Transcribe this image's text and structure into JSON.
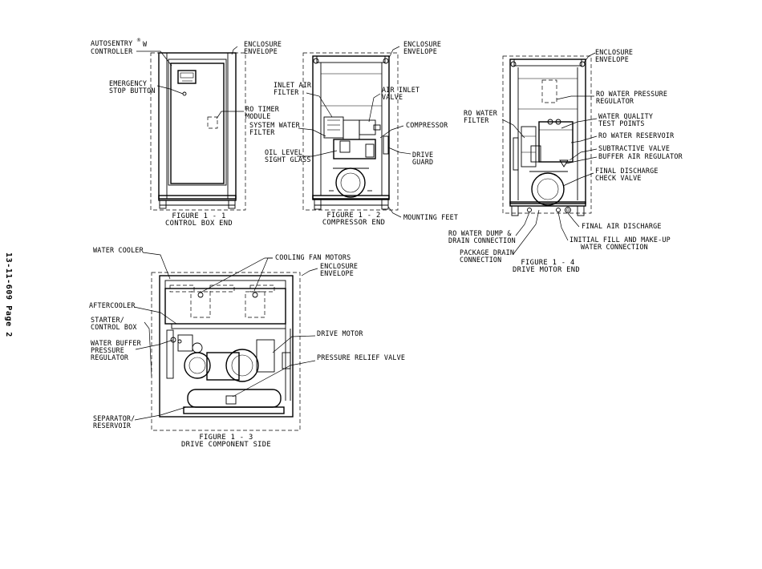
{
  "page_side_label": "13-11-609   Page 2",
  "figures": {
    "fig1": {
      "caption1": "FIGURE 1 - 1",
      "caption2": "CONTROL BOX END"
    },
    "fig2": {
      "caption1": "FIGURE 1 - 2",
      "caption2": "COMPRESSOR END"
    },
    "fig3": {
      "caption1": "FIGURE 1 - 3",
      "caption2": "DRIVE COMPONENT SIDE"
    },
    "fig4": {
      "caption1": "FIGURE 1 - 4",
      "caption2": "DRIVE MOTOR END"
    }
  },
  "labels": {
    "autosentry_1": "AUTOSENTRY",
    "autosentry_reg": "®",
    "autosentry_w": "W",
    "autosentry_2": "CONTROLLER",
    "enclosure_a1": "ENCLOSURE",
    "enclosure_a2": "ENVELOPE",
    "estop_1": "EMERGENCY",
    "estop_2": "STOP BUTTON",
    "rotimer_1": "RO TIMER",
    "rotimer_2": "MODULE",
    "enclosure_b1": "ENCLOSURE",
    "enclosure_b2": "ENVELOPE",
    "inlet_filter_1": "INLET AIR",
    "inlet_filter_2": "FILTER",
    "air_inlet_valve_1": "AIR INLET",
    "air_inlet_valve_2": "VALVE",
    "sys_filter_1": "SYSTEM WATER",
    "sys_filter_2": "FILTER",
    "compressor": "COMPRESSOR",
    "oil_level_1": "OIL LEVEL",
    "oil_level_2": "SIGHT GLASS",
    "drive_guard_1": "DRIVE",
    "drive_guard_2": "GUARD",
    "mounting_feet": "MOUNTING FEET",
    "enclosure_c1": "ENCLOSURE",
    "enclosure_c2": "ENVELOPE",
    "ro_pressure_1": "RO WATER PRESSURE",
    "ro_pressure_2": "REGULATOR",
    "ro_filter_1": "RO WATER",
    "ro_filter_2": "FILTER",
    "wq_1": "WATER QUALITY",
    "wq_2": "TEST POINTS",
    "ro_reservoir": "RO WATER RESERVOIR",
    "subtractive": "SUBTRACTIVE VALVE",
    "buffer_air": "BUFFER AIR REGULATOR",
    "final_check_1": "FINAL DISCHARGE",
    "final_check_2": "CHECK VALVE",
    "final_air": "FINAL AIR DISCHARGE",
    "ro_dump_1": "RO WATER DUMP &",
    "ro_dump_2": "DRAIN CONNECTION",
    "initial_fill_1": "INITIAL FILL AND MAKE-UP",
    "initial_fill_2": "WATER CONNECTION",
    "package_drain_1": "PACKAGE DRAIN",
    "package_drain_2": "CONNECTION",
    "water_cooler": "WATER COOLER",
    "cooling_fans": "COOLING FAN MOTORS",
    "enclosure_d1": "ENCLOSURE",
    "enclosure_d2": "ENVELOPE",
    "aftercooler": "AFTERCOOLER",
    "starter_1": "STARTER/",
    "starter_2": "CONTROL BOX",
    "wbp_1": "WATER BUFFER",
    "wbp_2": "PRESSURE",
    "wbp_3": "REGULATOR",
    "drive_motor": "DRIVE MOTOR",
    "relief_valve": "PRESSURE RELIEF VALVE",
    "separator_1": "SEPARATOR/",
    "separator_2": "RESERVOIR"
  }
}
